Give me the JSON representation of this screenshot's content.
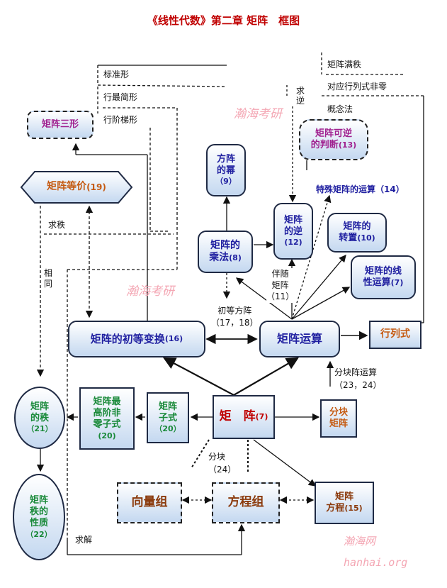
{
  "title": "《线性代数》第二章 矩阵　框图",
  "watermarks": [
    "瀚海考研",
    "瀚海考研",
    "瀚海网",
    "hanhai.org"
  ],
  "nodes": {
    "sanxing": "矩阵三形",
    "dengjia": "矩阵等价",
    "dengjia_num": "(19)",
    "mi_line1": "方阵",
    "mi_line2": "的幂",
    "mi_num": "（9）",
    "niju_line1": "矩阵",
    "niju_line2": "的逆",
    "niju_num": "(12)",
    "kenipan_line1": "矩阵可逆",
    "kenipan_line2": "的判断",
    "kenipan_num": "(13)",
    "zhuanzhi_line1": "矩阵的",
    "zhuanzhi_line2": "转置",
    "zhuanzhi_num": "(10)",
    "xianxing_line1": "矩阵的线",
    "xianxing_line2": "性运算",
    "xianxing_num": "(7)",
    "chengfa_line1": "矩阵的",
    "chengfa_line2": "乘法",
    "chengfa_num": "(8)",
    "bianhuan": "矩阵的初等变换",
    "bianhuan_num": "(16)",
    "yunsuan": "矩阵运算",
    "hangleishi": "行列式",
    "zhi_line1": "矩阵",
    "zhi_line2": "的秩",
    "zhi_num": "（21）",
    "zhixingzhi_line1": "矩阵",
    "zhixingzhi_line2": "秩的",
    "zhixingzhi_line3": "性质",
    "zhixingzhi_num": "（22）",
    "zuigao_line1": "矩阵最",
    "zuigao_line2": "高阶非",
    "zuigao_line3": "零子式",
    "zuigao_num": "(20)",
    "zishi_line1": "矩阵",
    "zishi_line2": "子式",
    "zishi_num": "（20）",
    "juzhen": "矩　阵",
    "juzhen_num": "(7)",
    "fenkuai_line1": "分块",
    "fenkuai_line2": "矩阵",
    "xiangliang": "向量组",
    "fangcheng": "方程组",
    "jzfc_line1": "矩阵",
    "jzfc_line2": "方程",
    "jzfc_num": "(15)"
  },
  "labels": {
    "biaozhun": "标准形",
    "hangzuijian": "行最简形",
    "hangjieti": "行阶梯形",
    "manzhi": "矩阵满秩",
    "duiying": "对应行列式非零",
    "gainian": "概念法",
    "qiuni": "求逆",
    "qiuzhi": "求秩",
    "xiangtong": "相同",
    "teshu": "特殊矩阵的运算（14）",
    "bansui_line1": "伴随",
    "bansui_line2": "矩阵",
    "bansui_num": "（11）",
    "chudeng_line1": "初等方阵",
    "chudeng_line2": "（17，18）",
    "fenkuaiyunsuan_line1": "分块阵运算",
    "fenkuaiyunsuan_line2": "（23，24）",
    "fenkuai_line1": "分块",
    "fenkuai_line2": "（24）",
    "qiujie": "求解"
  }
}
